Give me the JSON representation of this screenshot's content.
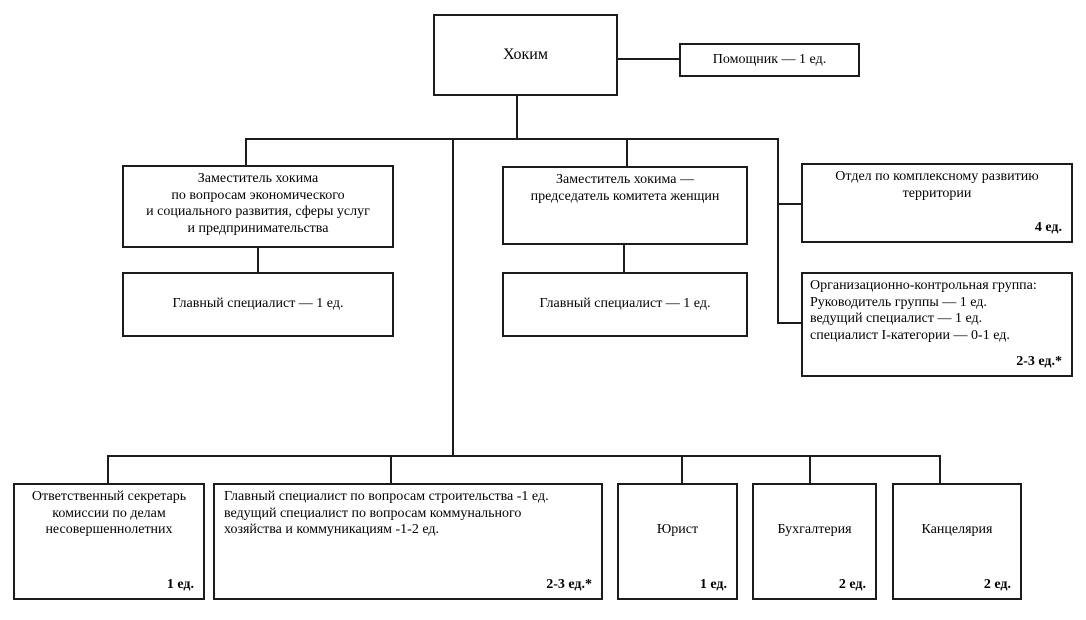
{
  "colors": {
    "line": "#1c1c1c",
    "background": "#ffffff",
    "text": "#000000"
  },
  "nodes": {
    "khokim": {
      "label": "Хоким"
    },
    "assistant": {
      "label": "Помощник — 1 ед."
    },
    "deputy_econ": {
      "lines": [
        "Заместитель хокима",
        "по вопросам экономического",
        "и социального развития, сферы услуг",
        "и предпринимательства"
      ]
    },
    "deputy_women": {
      "lines": [
        "Заместитель хокима —",
        "председатель комитета женщин"
      ]
    },
    "dept_territory": {
      "lines": [
        "Отдел по комплексному развитию",
        "территории"
      ],
      "count": "4 ед."
    },
    "chief_spec_econ": {
      "label": "Главный специалист — 1 ед."
    },
    "chief_spec_women": {
      "label": "Главный специалист — 1 ед."
    },
    "org_control_group": {
      "lines": [
        "Организационно-контрольная группа:",
        "Руководитель группы — 1 ед.",
        "ведущий специалист — 1 ед.",
        "специалист I-категории — 0-1 ед."
      ],
      "count": "2-3 ед.*"
    },
    "secretary_minors": {
      "lines": [
        "Ответственный секретарь",
        "комиссии по делам",
        "несовершеннолетних"
      ],
      "count": "1 ед."
    },
    "construction_specialists": {
      "lines": [
        "Главный специалист по вопросам строительства -1 ед.",
        "ведущий специалист по вопросам коммунального",
        "хозяйства и коммуникациям -1-2 ед."
      ],
      "count": "2-3 ед.*"
    },
    "lawyer": {
      "label": "Юрист",
      "count": "1 ед."
    },
    "accounting": {
      "label": "Бухгалтерия",
      "count": "2 ед."
    },
    "chancellery": {
      "label": "Канцелярия",
      "count": "2 ед."
    }
  }
}
